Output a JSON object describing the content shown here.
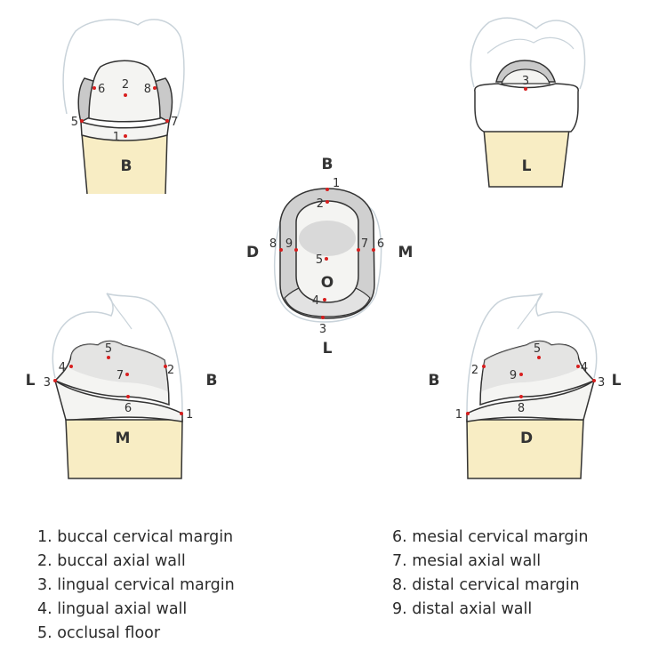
{
  "views": {
    "buccal": {
      "label": "B",
      "points": [
        "1",
        "5",
        "6",
        "2",
        "8",
        "7"
      ]
    },
    "lingual": {
      "label": "L",
      "points": [
        "3"
      ]
    },
    "occlusal": {
      "label": "O",
      "orientation": {
        "top": "B",
        "bottom": "L",
        "left": "D",
        "right": "M"
      },
      "points": [
        "1",
        "2",
        "8",
        "9",
        "7",
        "6",
        "5",
        "4",
        "3"
      ]
    },
    "mesial": {
      "label": "M",
      "orientation": {
        "left": "L",
        "right": "B"
      },
      "points": [
        "3",
        "4",
        "5",
        "7",
        "2",
        "6",
        "1"
      ]
    },
    "distal": {
      "label": "D",
      "orientation": {
        "left": "B",
        "right": "L"
      },
      "points": [
        "1",
        "2",
        "5",
        "9",
        "4",
        "3",
        "8"
      ]
    }
  },
  "legend": [
    "1. buccal cervical margin",
    "2. buccal axial wall",
    "3. lingual cervical margin",
    "4. lingual axial wall",
    "5. occlusal floor",
    "6. mesial cervical margin",
    "7. mesial axial wall",
    "8. distal cervical margin",
    "9. distal axial wall"
  ],
  "colors": {
    "root": "#f8edc4",
    "crown_outline": "#c9d3da",
    "prep_fill": "#f4f4f2",
    "wall_gray": "#c9c9c9",
    "floor_gray": "#d2d2d2",
    "stroke": "#333333",
    "point": "#d81e1e"
  }
}
